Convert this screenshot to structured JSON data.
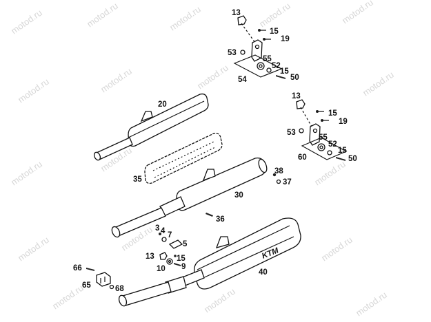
{
  "watermark": "motod.ru",
  "colors": {
    "ink": "#111111",
    "watermark": "#d7d7d7",
    "background": "#ffffff"
  },
  "logo_text": "KTM",
  "callouts": {
    "upper_bracket": [
      "13",
      "15",
      "19",
      "53",
      "55",
      "52",
      "15",
      "50",
      "54"
    ],
    "lower_bracket": [
      "13",
      "15",
      "19",
      "53",
      "55",
      "52",
      "15",
      "50",
      "60"
    ],
    "silencer_20": "20",
    "insert_35": "35",
    "silencer_30": "30",
    "item_38": "38",
    "item_37": "37",
    "item_36": "36",
    "mount_small": [
      "3",
      "4",
      "7",
      "5",
      "13",
      "15",
      "10",
      "9"
    ],
    "silencer_40": "40",
    "clamp": [
      "66",
      "65",
      "68"
    ]
  }
}
